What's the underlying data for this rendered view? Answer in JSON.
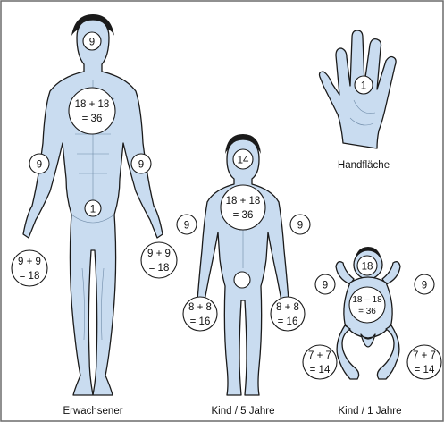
{
  "figures": {
    "adult": {
      "caption": "Erwachsener",
      "head": "9",
      "trunk": [
        "18 + 18",
        "= 36"
      ],
      "arm_left": "9",
      "arm_right": "9",
      "genital": "1",
      "leg_left": [
        "9 + 9",
        "= 18"
      ],
      "leg_right": [
        "9 + 9",
        "= 18"
      ]
    },
    "child5": {
      "caption": "Kind / 5 Jahre",
      "head": "14",
      "trunk": [
        "18 + 18",
        "= 36"
      ],
      "arm_left": "9",
      "arm_right": "9",
      "leg_left": [
        "8 + 8",
        "= 16"
      ],
      "leg_right": [
        "8 + 8",
        "= 16"
      ]
    },
    "infant": {
      "caption": "Kind / 1 Jahre",
      "head": "18",
      "trunk": [
        "18 – 18",
        "= 36"
      ],
      "arm_left": "9",
      "arm_right": "9",
      "leg_left": [
        "7 + 7",
        "= 14"
      ],
      "leg_right": [
        "7 + 7",
        "= 14"
      ]
    },
    "hand": {
      "caption": "Handfläche",
      "value": "1"
    }
  },
  "colors": {
    "skin": "#c9dcf0",
    "outline": "#1a1a1a",
    "frame": "#6b6b6b"
  }
}
